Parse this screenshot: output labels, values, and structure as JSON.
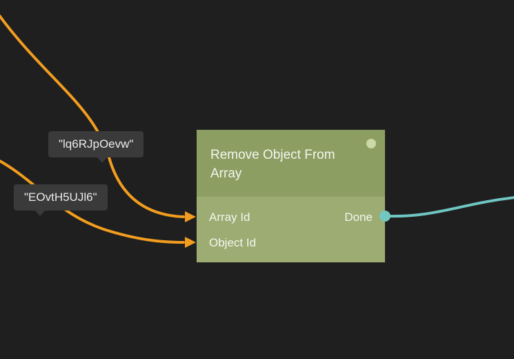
{
  "colors": {
    "background": "#1f1f1f",
    "node_header": "#8c9e62",
    "node_body": "#9dac73",
    "node_text": "#f4f6ee",
    "status_dot": "#ccd9a6",
    "port_done": "#73c7c3",
    "wire_orange": "#f29d1f",
    "wire_teal": "#6fc6c3",
    "tooltip_bg": "#3a3a3a",
    "tooltip_text": "#ececec"
  },
  "tooltips": [
    {
      "text": "\"lq6RJpOevw\""
    },
    {
      "text": "\"EOvtH5UJl6\""
    }
  ],
  "node": {
    "title": "Remove Object From Array",
    "inputs": [
      {
        "label": "Array Id"
      },
      {
        "label": "Object Id"
      }
    ],
    "outputs": [
      {
        "label": "Done"
      }
    ]
  }
}
